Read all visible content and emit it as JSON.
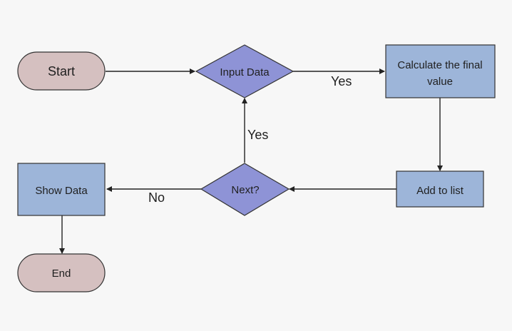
{
  "nodes": {
    "start": "Start",
    "input_data": "Input Data",
    "calculate_line1": "Calculate the final",
    "calculate_line2": "value",
    "add_to_list": "Add to list",
    "next": "Next?",
    "show_data": "Show Data",
    "end": "End"
  },
  "edges": {
    "input_to_calc": "Yes",
    "next_to_input": "Yes",
    "next_to_show": "No"
  },
  "colors": {
    "terminal_fill": "#d5c0c0",
    "decision_fill": "#8e93d6",
    "process_fill": "#9db5d9",
    "stroke": "#333333",
    "background": "#f7f7f7"
  }
}
